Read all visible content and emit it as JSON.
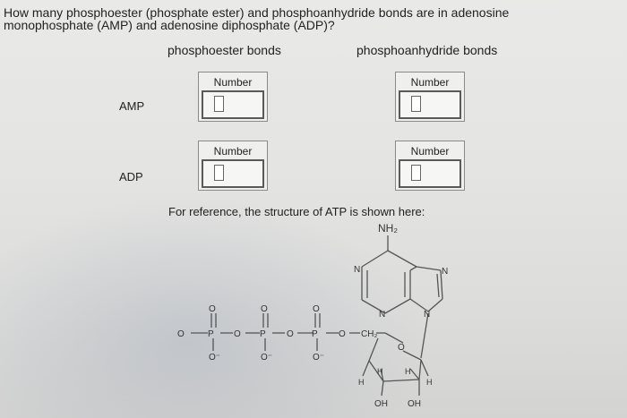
{
  "question": {
    "line1": "How many phosphoester (phosphate ester) and phosphoanhydride bonds are in adenosine",
    "line2": "monophosphate (AMP) and adenosine diphosphate (ADP)?"
  },
  "columns": {
    "phosphoester": "phosphoester bonds",
    "phosphoanhydride": "phosphoanhydride bonds"
  },
  "rows": {
    "amp": "AMP",
    "adp": "ADP"
  },
  "fields": {
    "amp_phosphoester": {
      "label": "Number",
      "value": ""
    },
    "amp_phosphoanhydride": {
      "label": "Number",
      "value": ""
    },
    "adp_phosphoester": {
      "label": "Number",
      "value": ""
    },
    "adp_phosphoanhydride": {
      "label": "Number",
      "value": ""
    }
  },
  "reference": "For reference, the structure of ATP is shown here:",
  "structure": {
    "nh2": "NH₂",
    "ch2": "CH₂",
    "n": "N",
    "o": "O",
    "o_minus": "O⁻",
    "p": "P",
    "h": "H",
    "oh": "OH"
  }
}
